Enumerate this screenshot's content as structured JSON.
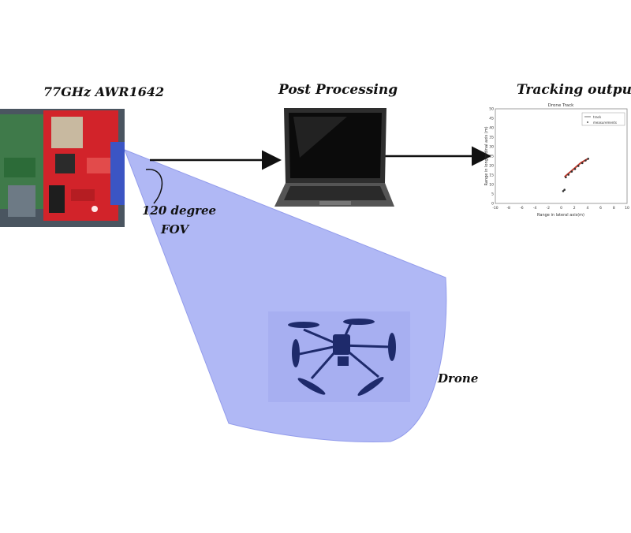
{
  "labels": {
    "radar": "77GHz AWR1642",
    "post": "Post Processing",
    "tracking": "Tracking output",
    "fov_line1": "120 degree",
    "fov_line2": "FOV",
    "drone": "Drone"
  },
  "colors": {
    "beam": "#aab3f5",
    "beam_edge": "#7f8ae8",
    "pcb": "#d2232a",
    "arrow": "#111111",
    "track": "#c0392b"
  },
  "chart_data": {
    "type": "scatter",
    "title": "Drone Track",
    "xlabel": "Range in lateral axis(m)",
    "ylabel": "Range in longitudinal axis (m)",
    "xlim": [
      -10,
      10
    ],
    "ylim": [
      0,
      50
    ],
    "xticks": [
      -10,
      -8,
      -6,
      -4,
      -2,
      0,
      2,
      4,
      6,
      8,
      10
    ],
    "yticks": [
      0,
      5,
      10,
      15,
      20,
      25,
      30,
      35,
      40,
      45,
      50
    ],
    "legend_position": "top-right",
    "series": [
      {
        "name": "track",
        "points": [
          [
            0.5,
            14
          ],
          [
            1.0,
            15.5
          ],
          [
            1.5,
            17
          ],
          [
            2.0,
            18.5
          ],
          [
            2.5,
            20
          ],
          [
            3.0,
            21.5
          ],
          [
            3.5,
            22.5
          ],
          [
            4.0,
            23.5
          ]
        ]
      },
      {
        "name": "measurements",
        "points": [
          [
            0.3,
            6.5
          ],
          [
            0.5,
            7.2
          ],
          [
            0.7,
            13.8
          ],
          [
            1.1,
            15.2
          ],
          [
            1.6,
            16.8
          ],
          [
            2.1,
            18.2
          ],
          [
            2.6,
            19.8
          ],
          [
            3.2,
            21.3
          ],
          [
            3.7,
            22.7
          ],
          [
            4.1,
            23.6
          ]
        ]
      }
    ]
  }
}
